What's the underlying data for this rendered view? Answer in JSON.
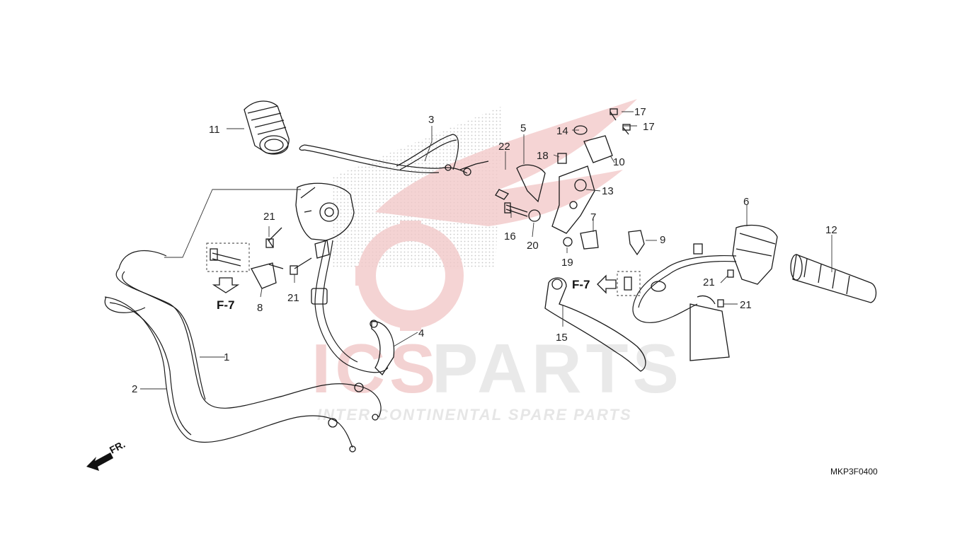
{
  "diagram": {
    "drawing_code": "MKP3F0400",
    "front_marker": "FR.",
    "watermark": {
      "brand_lead": "ICS",
      "brand_tail": "PARTS",
      "tagline": "INTER CONTINENTAL SPARE PARTS"
    },
    "reference_marks": [
      {
        "id": "ref-left",
        "text": "F-7"
      },
      {
        "id": "ref-right",
        "text": "F-7"
      }
    ],
    "callouts": [
      {
        "id": "c1",
        "text": "1"
      },
      {
        "id": "c2",
        "text": "2"
      },
      {
        "id": "c3",
        "text": "3"
      },
      {
        "id": "c4",
        "text": "4"
      },
      {
        "id": "c5",
        "text": "5"
      },
      {
        "id": "c6",
        "text": "6"
      },
      {
        "id": "c7",
        "text": "7"
      },
      {
        "id": "c8",
        "text": "8"
      },
      {
        "id": "c9",
        "text": "9"
      },
      {
        "id": "c10",
        "text": "10"
      },
      {
        "id": "c11",
        "text": "11"
      },
      {
        "id": "c12",
        "text": "12"
      },
      {
        "id": "c13",
        "text": "13"
      },
      {
        "id": "c14",
        "text": "14"
      },
      {
        "id": "c15",
        "text": "15"
      },
      {
        "id": "c16",
        "text": "16"
      },
      {
        "id": "c17a",
        "text": "17"
      },
      {
        "id": "c17b",
        "text": "17"
      },
      {
        "id": "c18",
        "text": "18"
      },
      {
        "id": "c19",
        "text": "19"
      },
      {
        "id": "c20",
        "text": "20"
      },
      {
        "id": "c21a",
        "text": "21"
      },
      {
        "id": "c21b",
        "text": "21"
      },
      {
        "id": "c21c",
        "text": "21"
      },
      {
        "id": "c21d",
        "text": "21"
      },
      {
        "id": "c22",
        "text": "22"
      }
    ]
  }
}
